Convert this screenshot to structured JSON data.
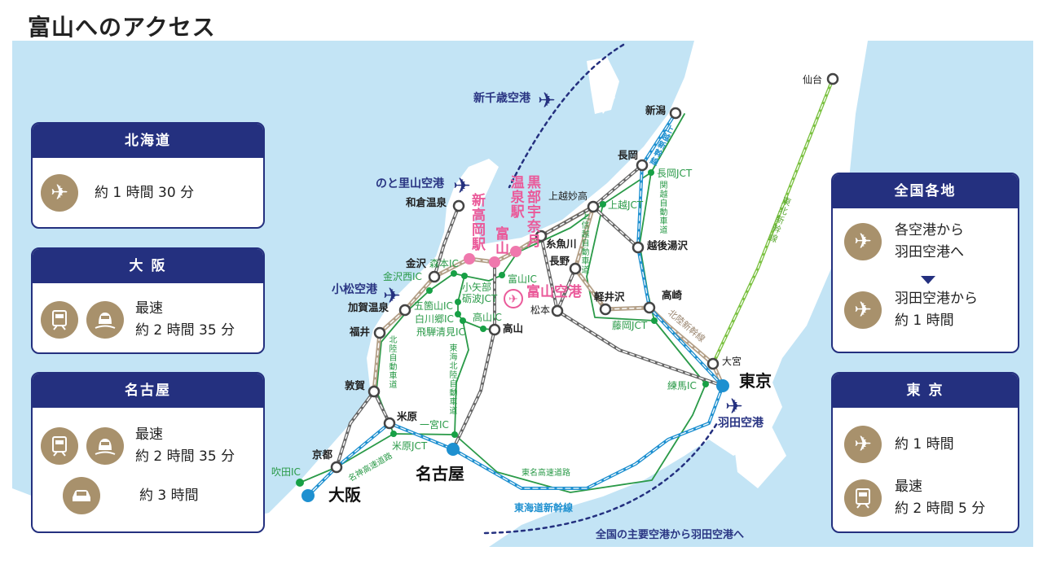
{
  "title": "富山へのアクセス",
  "colors": {
    "panel_header": "#24307f",
    "icon_bg": "#a8916c",
    "sea": "#c3e4f5",
    "shinkansen": "#1e90d0",
    "highway": "#2a9a48",
    "hokuriku_shinkansen": "#b4a088",
    "tohoku_shinkansen": "#7cc242",
    "toyama_pink": "#ea5a9a"
  },
  "panels": {
    "hokkaido": {
      "title": "北海道",
      "icon": "airplane-icon",
      "text": "約 1 時間 30 分"
    },
    "osaka": {
      "title": "大 阪",
      "icons": [
        "train-icon",
        "shinkansen-icon"
      ],
      "line1": "最速",
      "line2": "約 2 時間 35 分"
    },
    "nagoya": {
      "title": "名古屋",
      "icons": [
        "train-icon",
        "shinkansen-icon",
        "car-icon"
      ],
      "line1": "最速",
      "line2": "約 2 時間 35 分",
      "car": "約 3 時間"
    },
    "zenkoku": {
      "title": "全国各地",
      "step1a": "各空港から",
      "step1b": "羽田空港へ",
      "step2a": "羽田空港から",
      "step2b": "約 1 時間"
    },
    "tokyo": {
      "title": "東 京",
      "air": "約 1 時間",
      "line1": "最速",
      "line2": "約 2 時間 5 分"
    }
  },
  "map": {
    "stations": {
      "wakura": "和倉温泉",
      "kanazawa": "金沢",
      "kaga": "加賀温泉",
      "fukui": "福井",
      "tsuruga": "敦賀",
      "maibara": "米原",
      "kyoto": "京都",
      "itoigawa": "糸魚川",
      "joetsu": "上越妙高",
      "nagaoka": "長岡",
      "niigata": "新潟",
      "yuzawa": "越後湯沢",
      "nagano": "長野",
      "karuizawa": "軽井沢",
      "takasaki": "高崎",
      "matsumoto": "松本",
      "takayama": "高山",
      "omiya": "大宮",
      "sendai": "仙台"
    },
    "major": {
      "osaka": "大阪",
      "nagoya": "名古屋",
      "tokyo": "東京"
    },
    "toyama_stations": {
      "shintakaoka": "新高岡駅",
      "toyama": "富山",
      "kurobe": "黒部宇奈月温泉駅"
    },
    "ics": {
      "morimoto": "森本IC",
      "kanazawanishi": "金沢西IC",
      "toyamaic": "富山IC",
      "oyabe": "小矢部",
      "tonami": "砺波JCT",
      "gokayama": "五箇山IC",
      "shirakawago": "白川郷IC",
      "takayamaic": "高山IC",
      "hida": "飛騨清見IC",
      "ichinomiya": "一宮IC",
      "maibarajct": "米原JCT",
      "suita": "吹田IC",
      "nagaokajct": "長岡JCT",
      "joetsujct": "上越JCT",
      "fujiokajct": "藤岡JCT",
      "nerima": "練馬IC"
    },
    "roads": {
      "hokuriku": "北陸自動車道",
      "tokaihokuriku": "東海北陸自動車道",
      "meishin": "名神高速道路",
      "tomei": "東名高速道路",
      "kanetsu": "関越自動車道",
      "joshinetsu": "上信越自動車道"
    },
    "rails": {
      "tokaido": "東海道新幹線",
      "joetsu": "上越新幹線",
      "tohoku": "東北新幹線",
      "hokuriku": "北陸新幹線"
    },
    "airports": {
      "chitose": "新千歳空港",
      "noto": "のと里山空港",
      "komatsu": "小松空港",
      "toyama": "富山空港",
      "haneda": "羽田空港"
    },
    "note": "全国の主要空港から羽田空港へ"
  }
}
